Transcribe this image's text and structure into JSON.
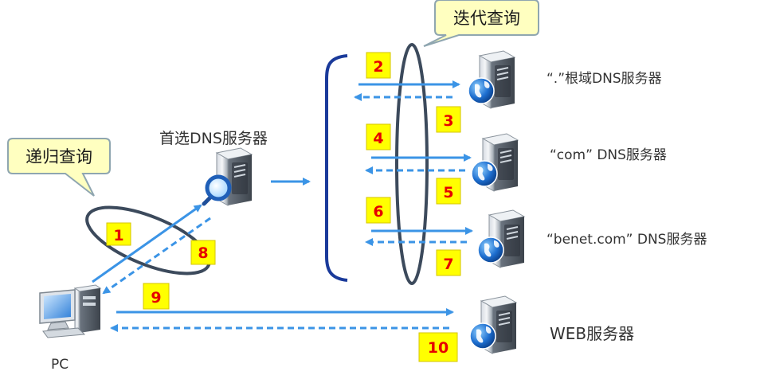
{
  "callouts": {
    "recursive": "递归查询",
    "iterative": "迭代查询"
  },
  "labels": {
    "preferred_dns": "首选DNS服务器",
    "root_dns": "“.”根域DNS服务器",
    "com_dns": "“com” DNS服务器",
    "benet_dns": "“benet.com” DNS服务器",
    "web_server": "WEB服务器",
    "pc": "PC"
  },
  "steps": [
    "1",
    "2",
    "3",
    "4",
    "5",
    "6",
    "7",
    "8",
    "9",
    "10"
  ],
  "colors": {
    "arrow": "#3b94e6",
    "badge_fill": "#ffff00",
    "badge_text": "#e60000",
    "ellipse": "#3c4a5c",
    "bracket": "#1a3a9a",
    "callout_fill": "#ffffc0",
    "callout_stroke": "#8fa6b0"
  },
  "icons": {
    "pc": "pc-icon",
    "server": "server-icon",
    "globe": "globe-icon",
    "magnifier": "magnifier-icon"
  }
}
